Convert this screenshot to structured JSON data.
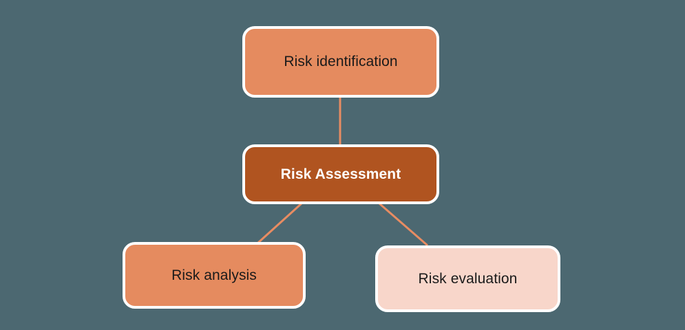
{
  "diagram": {
    "type": "hierarchy-flow",
    "background_color": "#4c6871",
    "nodes": [
      {
        "id": "risk-identification",
        "label": "Risk identification",
        "fill_color": "#e58b5f",
        "text_color": "#1a1a1a",
        "border_color": "#ffffff",
        "emphasis": "normal",
        "position": "top"
      },
      {
        "id": "risk-assessment",
        "label": "Risk Assessment",
        "fill_color": "#b05420",
        "text_color": "#ffffff",
        "border_color": "#ffffff",
        "emphasis": "bold",
        "position": "center"
      },
      {
        "id": "risk-analysis",
        "label": "Risk analysis",
        "fill_color": "#e58b5f",
        "text_color": "#1a1a1a",
        "border_color": "#ffffff",
        "emphasis": "normal",
        "position": "bottom-left"
      },
      {
        "id": "risk-evaluation",
        "label": "Risk evaluation",
        "fill_color": "#f8d6ca",
        "text_color": "#1a1a1a",
        "border_color": "#ffffff",
        "emphasis": "normal",
        "position": "bottom-right"
      }
    ],
    "connectors": [
      {
        "id": "identification-to-assessment",
        "from": "risk-identification",
        "to": "risk-assessment",
        "color": "#e88c62",
        "style": "straight-vertical"
      },
      {
        "id": "assessment-to-analysis",
        "from": "risk-assessment",
        "to": "risk-analysis",
        "color": "#e88c62",
        "style": "straight-diagonal"
      },
      {
        "id": "assessment-to-evaluation",
        "from": "risk-assessment",
        "to": "risk-evaluation",
        "color": "#e88c62",
        "style": "straight-diagonal"
      }
    ]
  }
}
